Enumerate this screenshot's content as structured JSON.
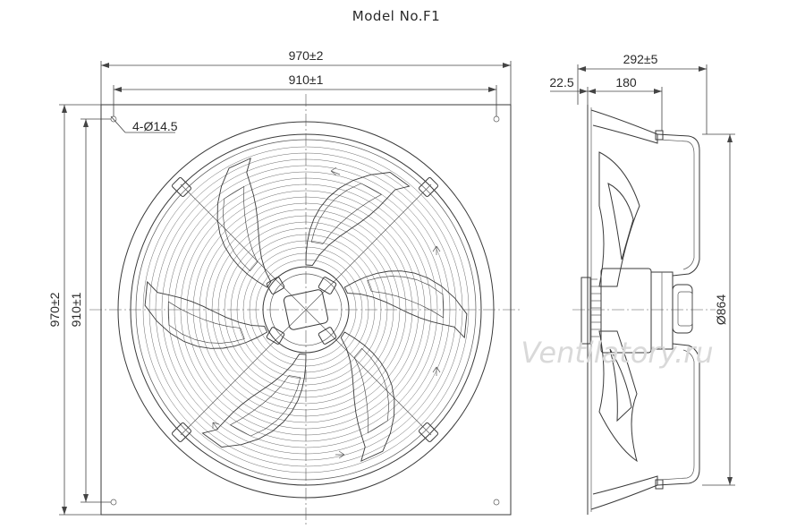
{
  "title": "Model No.F1",
  "front_view": {
    "width_outer": "970±2",
    "width_holes": "910±1",
    "height_outer": "970±2",
    "height_holes": "910±1",
    "hole_note": "4-Ø14.5"
  },
  "side_view": {
    "overall_depth": "292±5",
    "flange_offset": "22.5",
    "motor_depth": "180",
    "diameter": "Ø864"
  },
  "watermark": "Ventilatory.ru"
}
